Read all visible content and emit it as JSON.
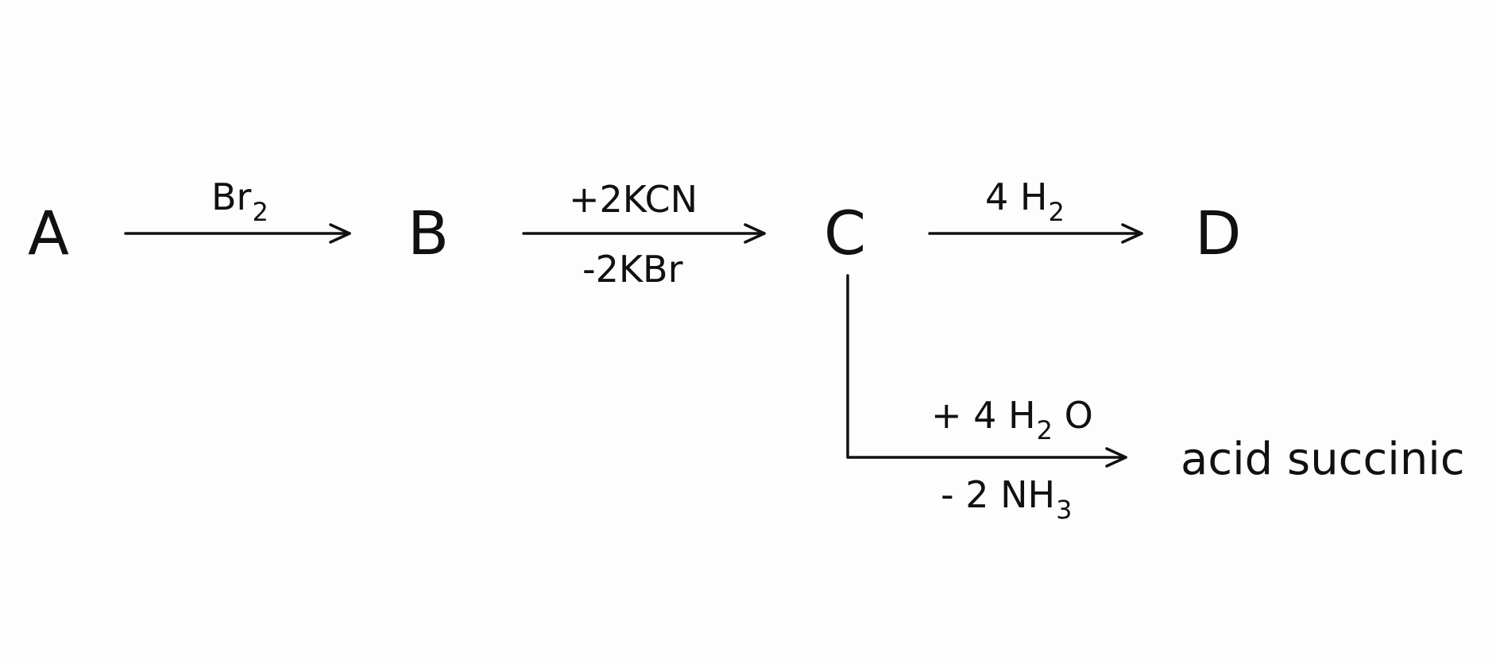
{
  "compounds": {
    "a": "A",
    "b": "B",
    "c": "C",
    "d": "D"
  },
  "step_1": {
    "above": {
      "text": "Br",
      "sub": "2"
    }
  },
  "step_2": {
    "above": "+2KCN",
    "below": "-2KBr"
  },
  "step_3": {
    "above": {
      "text": "4 H",
      "sub": "2"
    }
  },
  "step_4": {
    "above": {
      "text": "+ 4 H",
      "sub": "2",
      "tail": " O"
    },
    "below": {
      "text": "- 2 NH",
      "sub": "3"
    }
  },
  "product": "acid succinic"
}
